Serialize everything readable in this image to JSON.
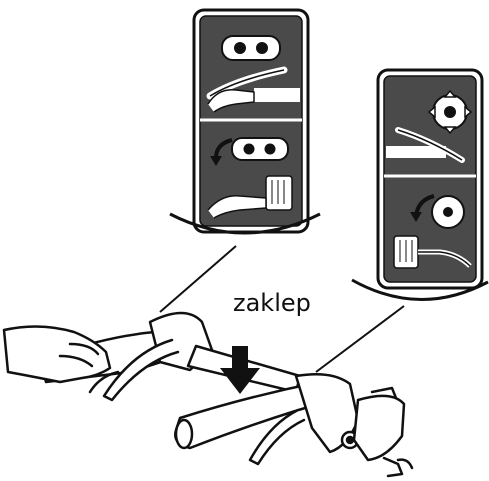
{
  "caption": "zaklep",
  "colors": {
    "panel_fill": "#4a4a4a",
    "panel_frame": "#111111",
    "line_art": "#111111",
    "background": "#ffffff"
  },
  "panels": [
    {
      "name": "brake-lever-panel",
      "steps": [
        {
          "icon": "brake-pad-icon"
        },
        {
          "icon": "rotate-arrow-brake-pad-icon"
        }
      ]
    },
    {
      "name": "gear-cog-panel",
      "steps": [
        {
          "icon": "cog-icon"
        },
        {
          "icon": "rotate-arrow-cog-icon"
        }
      ]
    }
  ]
}
